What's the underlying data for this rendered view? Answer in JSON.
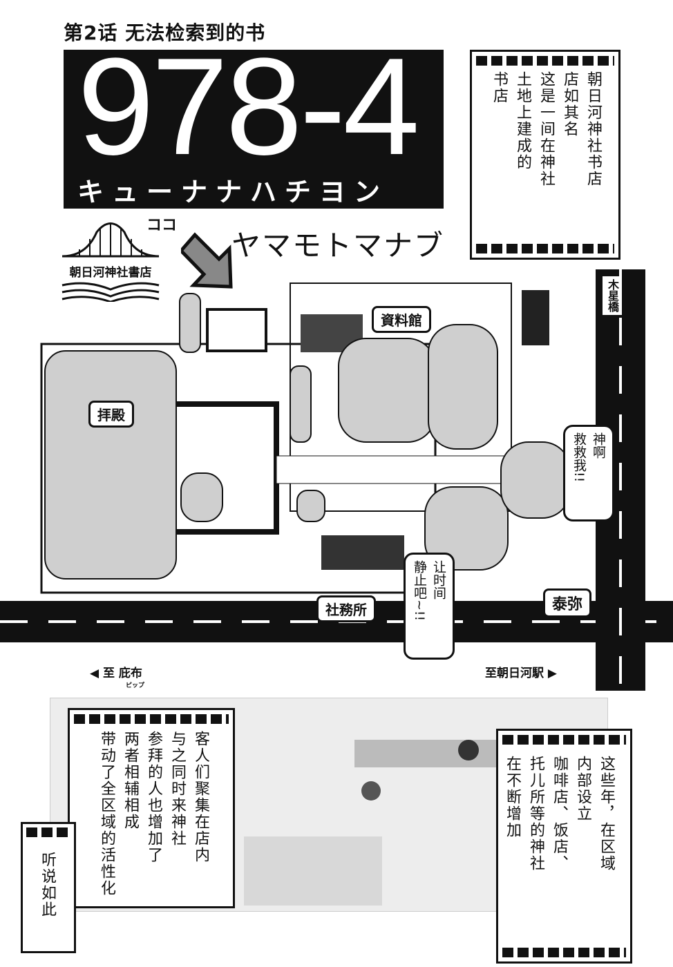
{
  "chapter_title": "第2话  无法检索到的书",
  "cover": {
    "number": "978-4",
    "reading": "キューナナハチヨン"
  },
  "intro_box": {
    "lines": [
      "朝日河神社书店",
      "店如其名",
      "这是一间在神社",
      "土地上建成的",
      "书店"
    ]
  },
  "logo": {
    "text": "朝日河神社書店"
  },
  "here_marker": "ココ",
  "author": "ヤマモトマナブ",
  "map": {
    "labels": {
      "archive": "資料館",
      "hall": "拝殿",
      "office": "社務所",
      "person": "泰弥",
      "bridge": "木星橋"
    },
    "bubbles": {
      "save_me": [
        "神啊",
        "救救我!!"
      ],
      "stop_time": [
        "让时间",
        "静止吧~!!"
      ]
    },
    "directions": {
      "left": "至 庇布",
      "left_ruby": "ピップ",
      "right": "至朝日河駅"
    }
  },
  "caption_left": {
    "lines": [
      "客人们聚集在店内",
      "与之同时来神社",
      "参拜的人也增加了",
      "两者相辅相成",
      "带动了全区域的活性化"
    ]
  },
  "caption_small": {
    "text": "听说如此"
  },
  "caption_right": {
    "lines": [
      "这些年，在区域",
      "内部设立",
      "咖啡店、饭店、",
      "托儿所等的神社",
      "在不断增加"
    ]
  }
}
